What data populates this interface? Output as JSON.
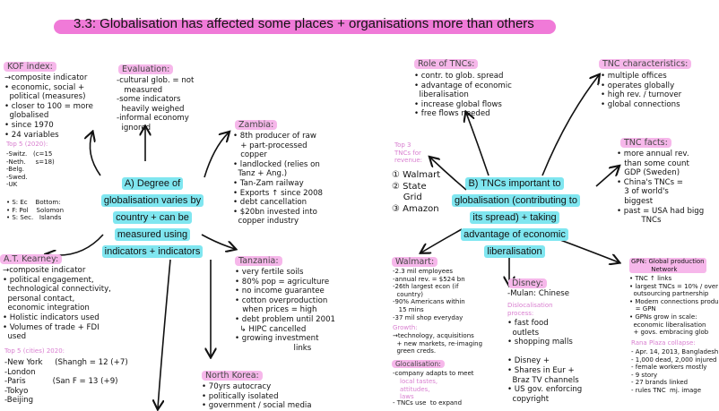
{
  "title": "3.3: Globalisation has affected some places + organisations more than others",
  "left": {
    "kof": {
      "heading": "KOF index:",
      "lines": "→composite indicator\n• economic, social +\n  political (measures)\n• closer to 100 = more\n  globalised\n• since 1970\n• 24 variables",
      "top5_heading": "Top 5 (2020):",
      "top5": "-Switz.   (c=15\n-Neth.     s=18)\n-Belg.\n-Swed.\n-UK",
      "bottom": "• S: Ec    Bottom:\n• F: Pol    Solomon\n• S: Sec.   Islands"
    },
    "evaluation": {
      "heading": "Evaluation:",
      "lines": "-cultural glob. = not\n   measured\n-some indicators\n  heavily weighed\n-informal economy\n  ignored"
    },
    "zambia": {
      "heading": "Zambia:",
      "lines": "• 8th producer of raw\n   + part-processed\n   copper\n• landlocked (relies on\n  Tanz + Ang.)\n• Tan-Zam railway\n• Exports ↑ since 2008\n• debt cancellation\n• $20bn invested into\n  copper industry"
    },
    "center": "A) Degree of globalisation varies by country + can be measured using indicators + indicators",
    "atk": {
      "heading": "A.T. Kearney:",
      "lines": "→composite indicator\n• political engagement,\n  technological connectivity,\n  personal contact,\n  economic integration\n• Holistic indicators used\n• Volumes of trade + FDI\n  used",
      "cities_heading": "Top 5 (cities) 2020:",
      "cities": "-New York     (Shangh = 12 (+7)\n-London\n-Paris           (San F = 13 (+9)\n-Tokyo\n-Beijing"
    },
    "tanzania": {
      "heading": "Tanzania:",
      "lines": "• very fertile soils\n• 80% pop = agriculture\n• no income guarantee\n• cotton overproduction\n   when prices = high\n• debt problem until 2001\n  ↳ HIPC cancelled\n• growing investment\n                        links"
    },
    "korea": {
      "heading": "North Korea:",
      "lines": "• 70yrs autocracy\n• politically isolated\n• government / social media"
    }
  },
  "right": {
    "role": {
      "heading": "Role of TNCs:",
      "lines": "• contr. to glob. spread\n• advantage of economic\n  liberalisation\n• increase global flows\n• free flows needed"
    },
    "chars": {
      "heading": "TNC characteristics:",
      "lines": "• multiple offices\n• operates globally\n• high rev. / turnover\n• global connections"
    },
    "top3": {
      "heading": "Top 3\nTNCs for\nrevenue:",
      "lines": "① Walmart\n② State\n    Grid\n③ Amazon"
    },
    "facts": {
      "heading": "TNC facts:",
      "lines": "• more annual rev.\n   than some count\n   GDP (Sweden)\n• China's TNCs =\n   3 of world's\n   biggest\n• past = USA had bigg\n          TNCs"
    },
    "center": "B) TNCs important to globalisation (contributing to its spread) + taking advantage of economic liberalisation",
    "walmart": {
      "heading": "Walmart:",
      "lines": "-2.3 mil employees\n-annual rev. = $524 bn\n-26th largest econ (if\n  country)\n-90% Americans within\n   15 mins\n-37 mil shop everyday",
      "growth_heading": "Growth:",
      "growth": "→technology, acquisitions\n  + new markets, re-imaging\n  green creds.",
      "glocal_heading": "Glocalisation:",
      "glocal": "-company adapts to meet",
      "glocal_pink": "local tastes,\nattitudes,\nlaws",
      "tail": "- TNCs use  to expand"
    },
    "disney": {
      "heading": "Disney:",
      "lines": "-Mulan: Chinese",
      "disloc_heading": "Dislocalisation\nprocess:",
      "disloc": "• fast food\n  outlets\n• shopping malls\n\n• Disney +\n• Shares in Eur +\n  Braz TV channels\n• US gov. enforcing\n  copyright"
    },
    "gpn": {
      "heading": "GPN: Global production\n          Network",
      "lines": "• TNC ↑ links\n• largest TNCs = 10% / over\n  outsourcing partnership\n• Modern connections produ\n   = GPN\n• GPNs grow in scale:\n  economic liberalisation\n  + govs. embracing glob",
      "rana_heading": "Rana Plaza collapse:",
      "rana": "- Apr. 14, 2013, Bangladesh\n- 1,000 dead, 2,000 injured\n- female workers mostly\n- 9 story\n- 27 brands linked\n- rules TNC  mj. image"
    }
  }
}
